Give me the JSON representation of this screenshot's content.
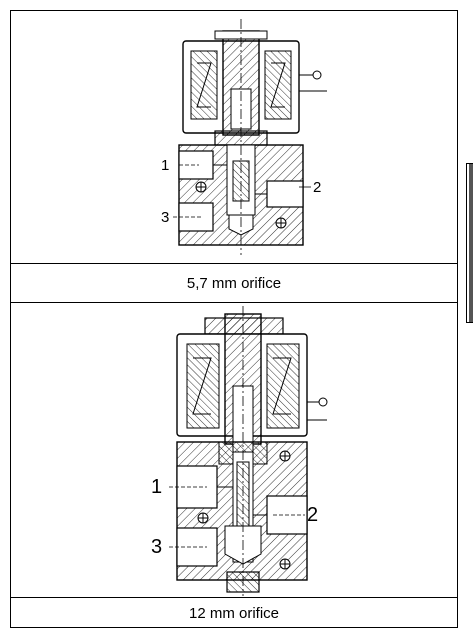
{
  "valves": [
    {
      "caption": "5,7 mm orifice",
      "ports": {
        "p1": "1",
        "p2": "2",
        "p3": "3"
      }
    },
    {
      "caption": "12 mm orifice",
      "ports": {
        "p1": "1",
        "p2": "2",
        "p3": "3"
      }
    }
  ],
  "colors": {
    "line": "#000000",
    "background": "#ffffff"
  }
}
